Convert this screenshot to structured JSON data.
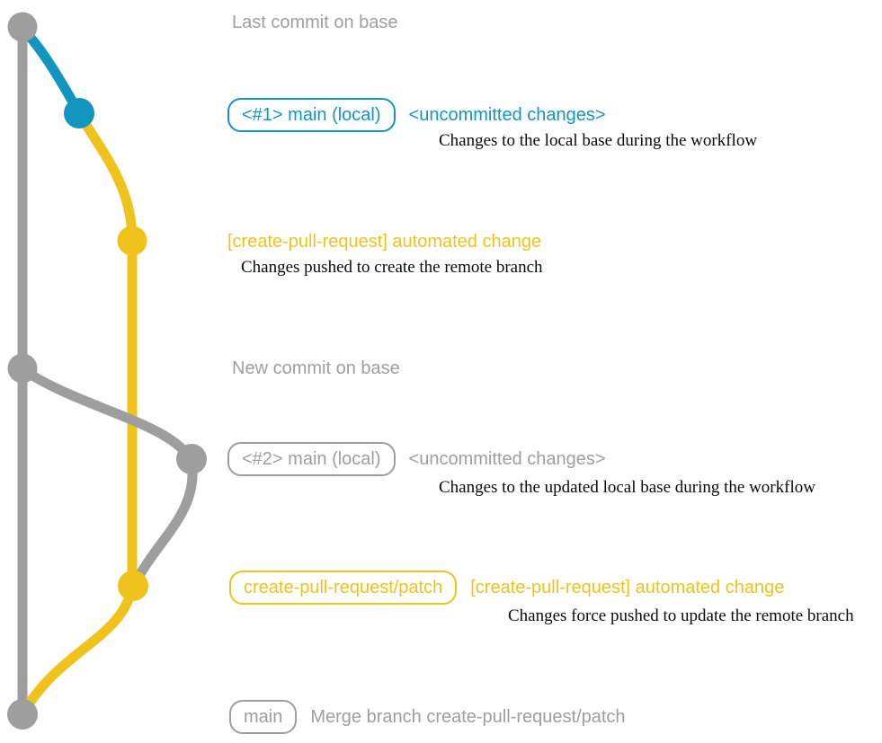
{
  "colors": {
    "gray": "#9E9E9E",
    "teal": "#1295BF",
    "yellow": "#EFC31C",
    "text_black": "#0A0A0A",
    "background": "#FFFFFF"
  },
  "graph": {
    "branches": [
      {
        "name": "base",
        "color": "#9E9E9E"
      },
      {
        "name": "main (local)",
        "color": "#1295BF"
      },
      {
        "name": "create-pull-request/patch",
        "color": "#EFC31C"
      }
    ],
    "commits": [
      {
        "id": "last-commit-on-base",
        "color": "#9E9E9E"
      },
      {
        "id": "local-main-commit-1",
        "color": "#1295BF"
      },
      {
        "id": "automated-change-commit-1",
        "color": "#EFC31C"
      },
      {
        "id": "new-commit-on-base",
        "color": "#9E9E9E"
      },
      {
        "id": "local-main-commit-2",
        "color": "#9E9E9E"
      },
      {
        "id": "automated-change-commit-2",
        "color": "#EFC31C"
      },
      {
        "id": "merge-commit",
        "color": "#9E9E9E"
      }
    ]
  },
  "rows": {
    "last_commit": {
      "label": "Last commit on base"
    },
    "r1": {
      "badge": "<#1> main (local)",
      "heading": "<uncommitted changes>",
      "desc": "Changes to the local base during the workflow"
    },
    "r2": {
      "heading": "[create-pull-request] automated change",
      "desc": "Changes pushed to create the remote branch"
    },
    "new_commit": {
      "label": "New commit on base"
    },
    "r3": {
      "badge": "<#2> main (local)",
      "heading": "<uncommitted changes>",
      "desc": "Changes to the updated local base during the workflow"
    },
    "r4": {
      "badge": "create-pull-request/patch",
      "heading": "[create-pull-request] automated change",
      "desc": "Changes force pushed to update the remote branch"
    },
    "r5": {
      "badge": "main",
      "label": "Merge branch create-pull-request/patch"
    }
  }
}
